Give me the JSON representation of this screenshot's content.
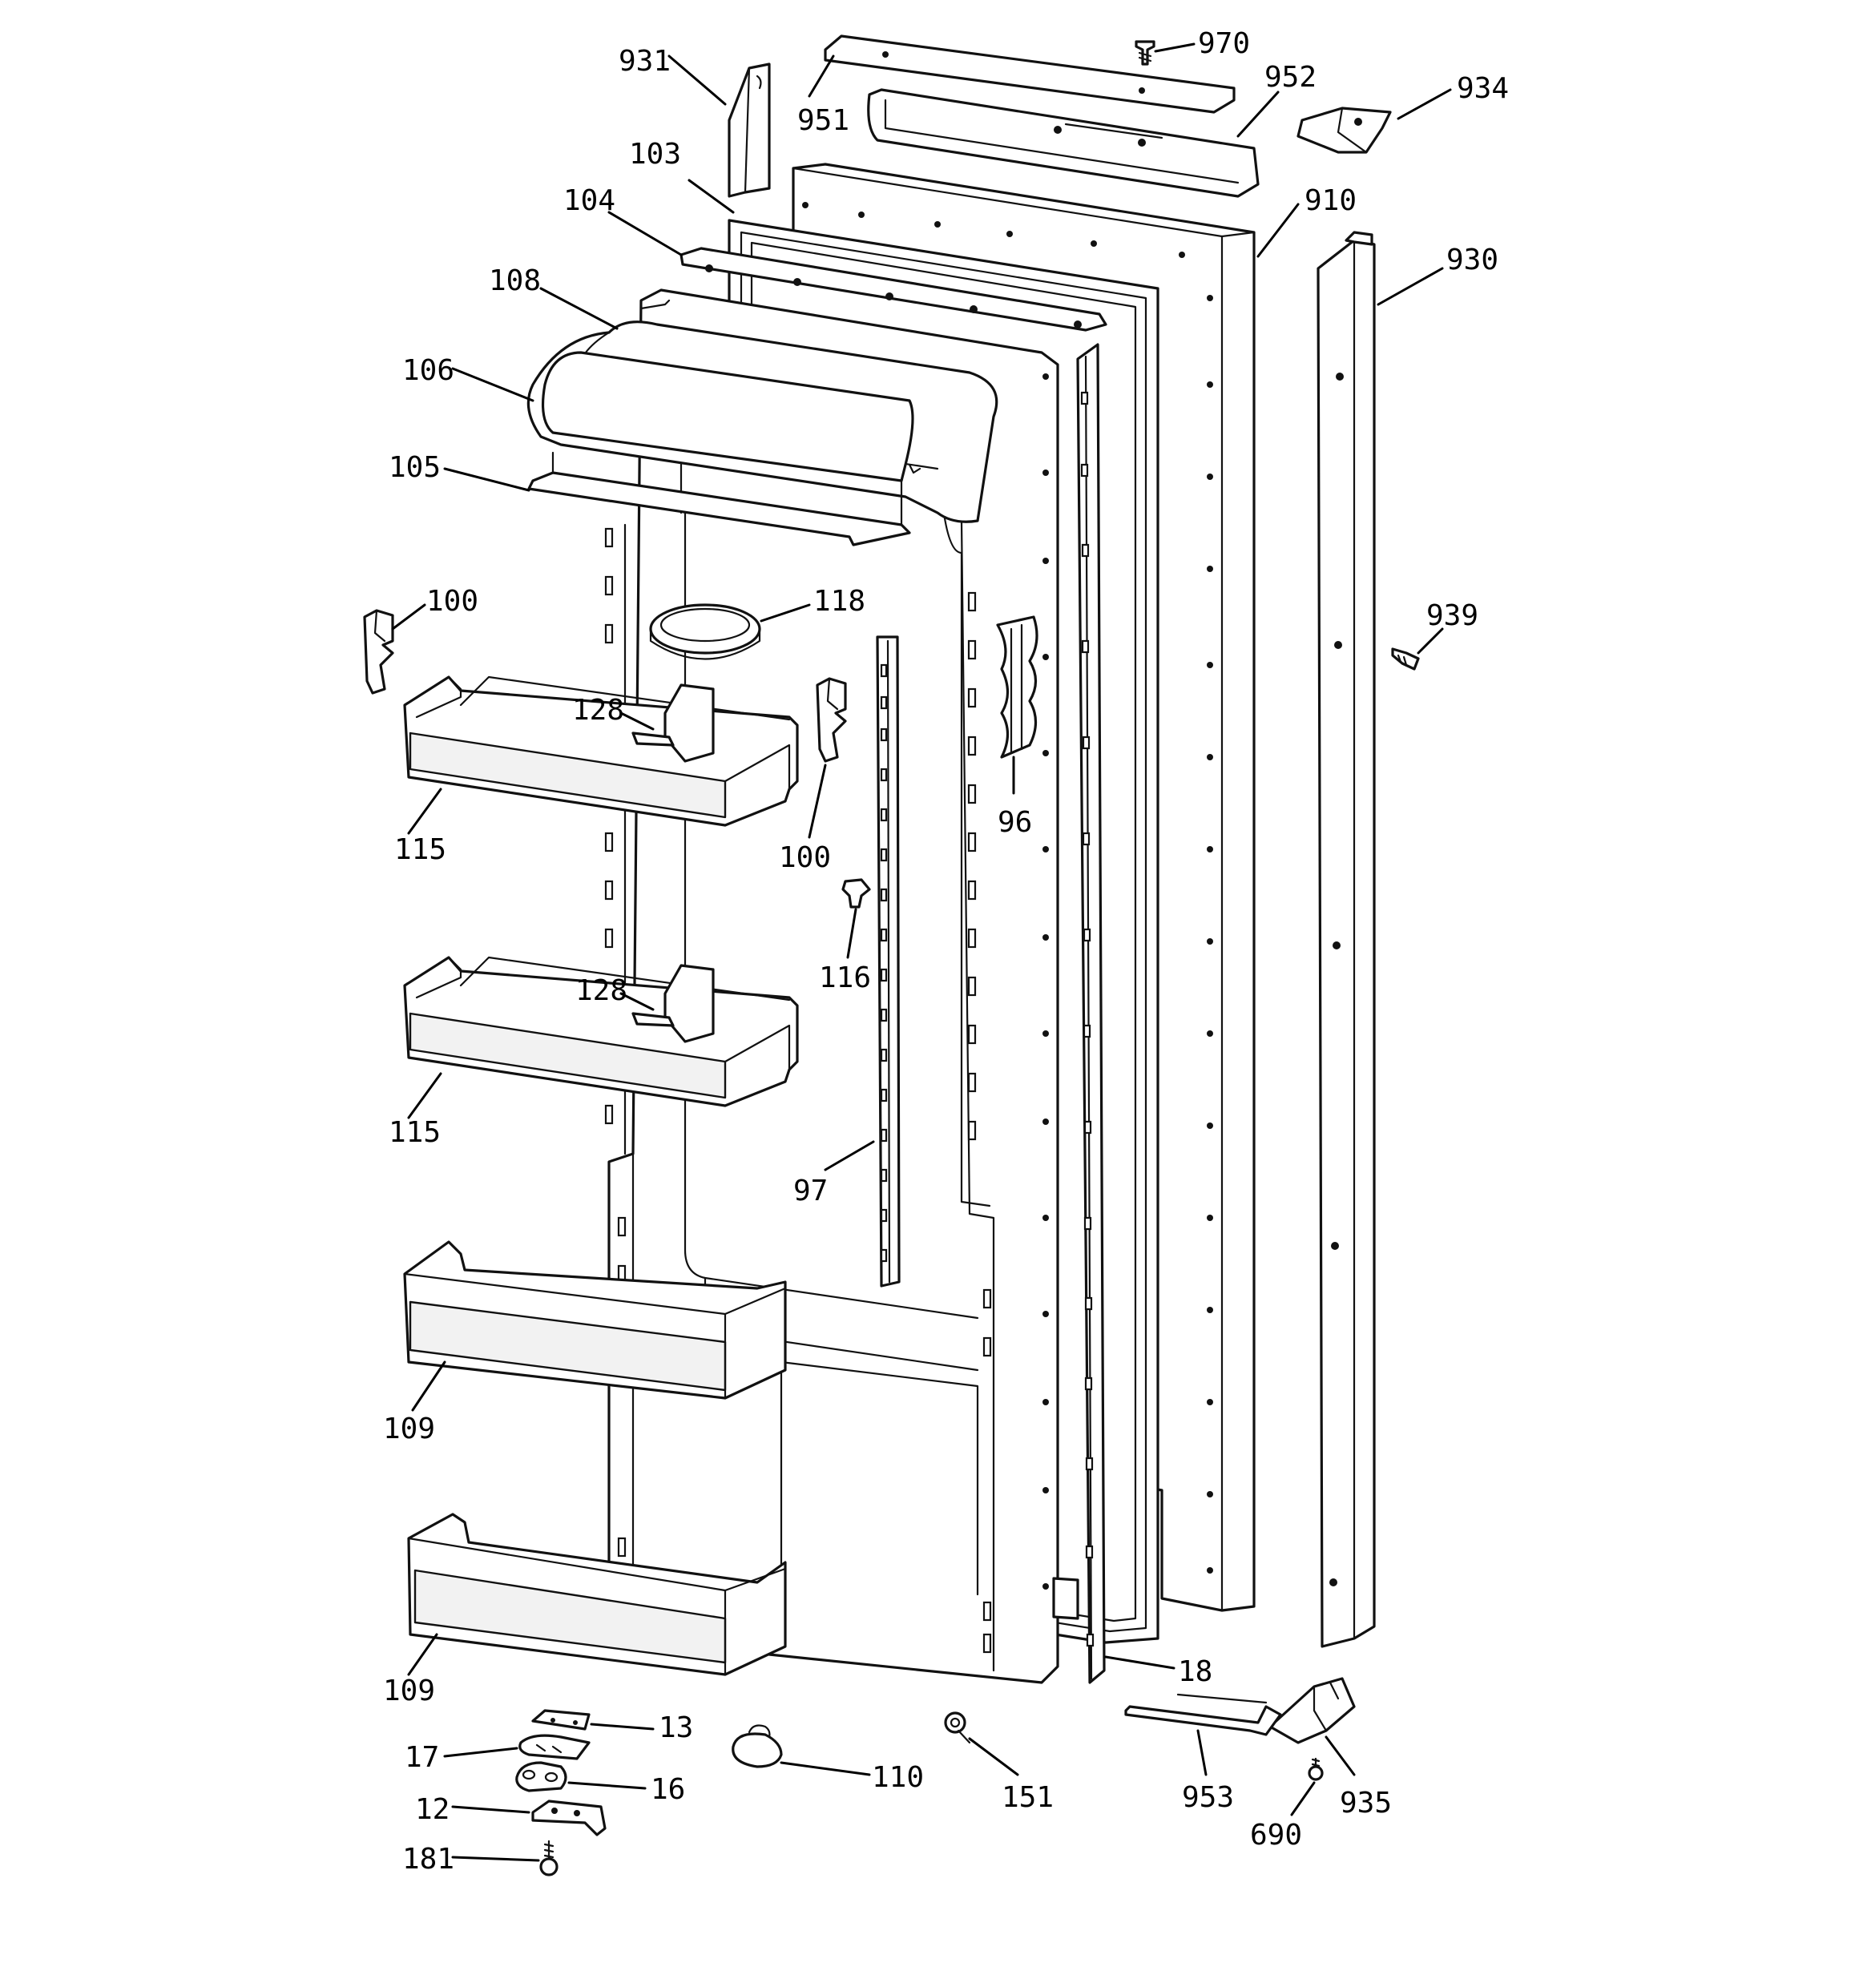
{
  "diagram": {
    "callouts": [
      {
        "id": "c931",
        "label": "931"
      },
      {
        "id": "c951",
        "label": "951"
      },
      {
        "id": "c970",
        "label": "970"
      },
      {
        "id": "c952",
        "label": "952"
      },
      {
        "id": "c934",
        "label": "934"
      },
      {
        "id": "c103",
        "label": "103"
      },
      {
        "id": "c104",
        "label": "104"
      },
      {
        "id": "c910",
        "label": "910"
      },
      {
        "id": "c930",
        "label": "930"
      },
      {
        "id": "c108",
        "label": "108"
      },
      {
        "id": "c106",
        "label": "106"
      },
      {
        "id": "c105",
        "label": "105"
      },
      {
        "id": "c100a",
        "label": "100"
      },
      {
        "id": "c118",
        "label": "118"
      },
      {
        "id": "c939",
        "label": "939"
      },
      {
        "id": "c128a",
        "label": "128"
      },
      {
        "id": "c115a",
        "label": "115"
      },
      {
        "id": "c100b",
        "label": "100"
      },
      {
        "id": "c96",
        "label": "96"
      },
      {
        "id": "c116",
        "label": "116"
      },
      {
        "id": "c128b",
        "label": "128"
      },
      {
        "id": "c115b",
        "label": "115"
      },
      {
        "id": "c97",
        "label": "97"
      },
      {
        "id": "c109a",
        "label": "109"
      },
      {
        "id": "c109b",
        "label": "109"
      },
      {
        "id": "c18",
        "label": "18"
      },
      {
        "id": "c13",
        "label": "13"
      },
      {
        "id": "c17",
        "label": "17"
      },
      {
        "id": "c110",
        "label": "110"
      },
      {
        "id": "c151",
        "label": "151"
      },
      {
        "id": "c16",
        "label": "16"
      },
      {
        "id": "c953",
        "label": "953"
      },
      {
        "id": "c935",
        "label": "935"
      },
      {
        "id": "c12",
        "label": "12"
      },
      {
        "id": "c690",
        "label": "690"
      },
      {
        "id": "c181",
        "label": "181"
      }
    ]
  }
}
